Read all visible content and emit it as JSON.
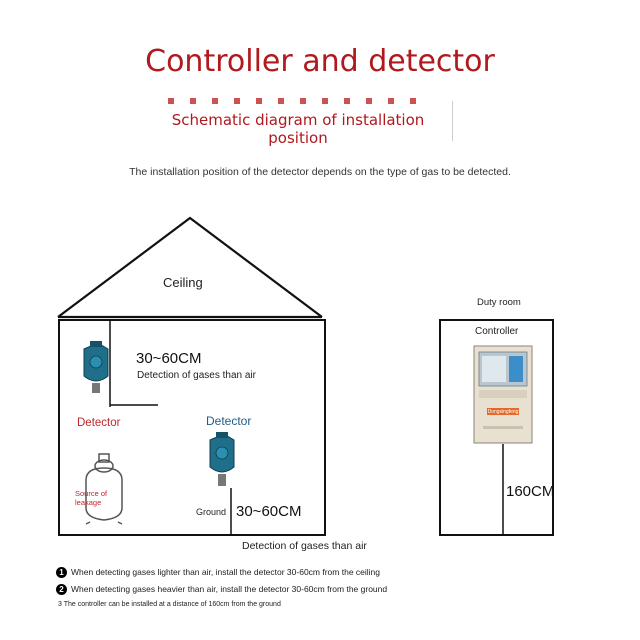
{
  "title": "Controller and detector",
  "subtitle": "Schematic diagram of installation position",
  "intro": "The installation position of the detector depends on the type of gas to be detected.",
  "house": {
    "ceiling_label": "Ceiling",
    "top_distance": "30~60CM",
    "top_caption": "Detection of gases than air",
    "detector_left_label": "Detector",
    "detector_right_label": "Detector",
    "source_label_1": "Source of",
    "source_label_2": "leakage",
    "ground_label": "Ground",
    "bottom_distance": "30~60CM",
    "bottom_caption": "Detection of gases than air"
  },
  "duty_room": {
    "title": "Duty room",
    "controller_label": "Controller",
    "height_label": "160CM",
    "brand_text": "Dongxingfeng"
  },
  "notes": [
    {
      "marker": "1",
      "text": "When detecting gases lighter than air, install the detector 30-60cm from the ceiling"
    },
    {
      "marker": "2",
      "text": "When detecting gases heavier than air, install the detector 30-60cm from the ground"
    },
    {
      "marker": "",
      "text": "3 The controller can be installed at a distance of 160cm from the ground"
    }
  ],
  "colors": {
    "title_red": "#b0191e",
    "detector_blue": "#1f6f8b",
    "controller_panel": "#e8e1d2"
  }
}
